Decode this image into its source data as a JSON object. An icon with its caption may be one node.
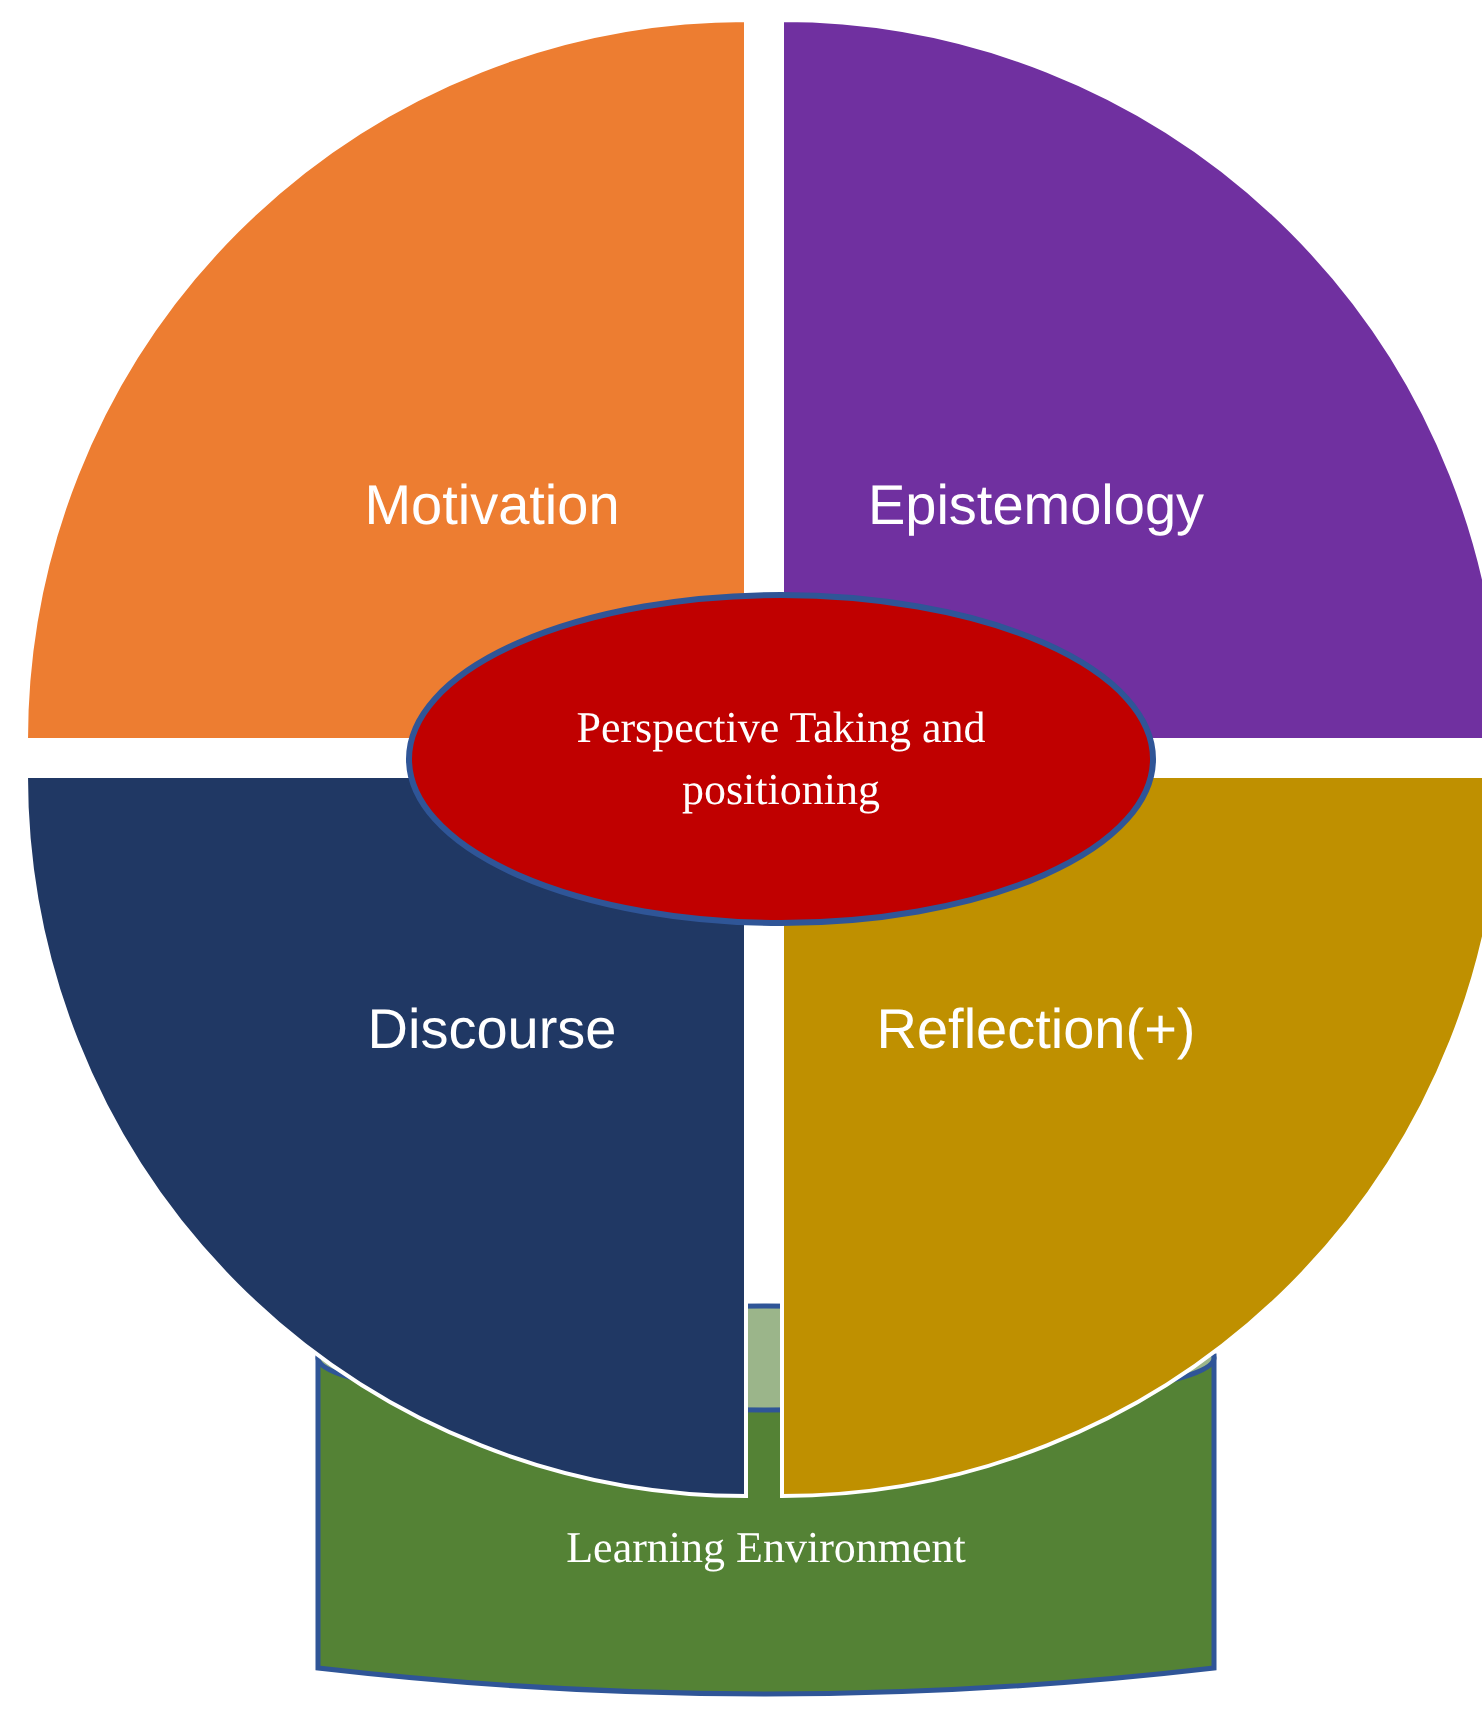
{
  "diagram": {
    "nodes": [
      {
        "text": [
          "Motivation"
        ]
      },
      {
        "text": [
          "Epistemology"
        ]
      },
      {
        "text": [
          "Perspective Taking and positioning"
        ]
      },
      {
        "text": [
          "Discourse"
        ]
      },
      {
        "text": [
          "Reflection(+)"
        ]
      },
      {
        "text": [
          "Learning Environment"
        ]
      }
    ]
  }
}
